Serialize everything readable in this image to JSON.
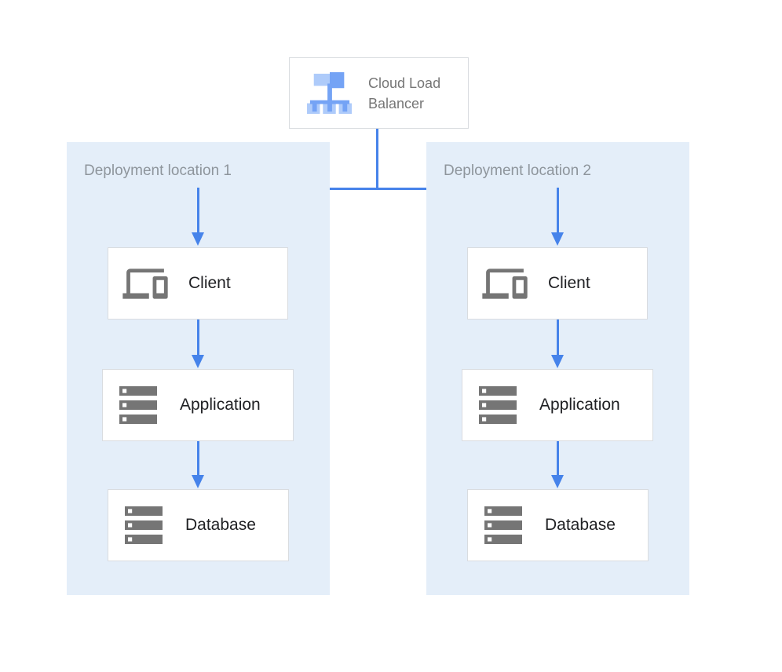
{
  "diagram": {
    "load_balancer": {
      "label": "Cloud Load Balancer",
      "icon": "cloud-load-balancer-icon"
    },
    "zones": [
      {
        "label": "Deployment location 1",
        "nodes": [
          {
            "label": "Client",
            "icon": "devices-icon"
          },
          {
            "label": "Application",
            "icon": "server-stack-icon"
          },
          {
            "label": "Database",
            "icon": "server-stack-icon"
          }
        ]
      },
      {
        "label": "Deployment location 2",
        "nodes": [
          {
            "label": "Client",
            "icon": "devices-icon"
          },
          {
            "label": "Application",
            "icon": "server-stack-icon"
          },
          {
            "label": "Database",
            "icon": "server-stack-icon"
          }
        ]
      }
    ],
    "colors": {
      "connector_blue": "#4683EA",
      "panel_background": "#E4EEF9",
      "icon_gray": "#757575",
      "node_border": "#D9DCE0",
      "zone_label_gray": "#8E959C",
      "node_label_color": "#202124",
      "lb_label_gray": "#767676",
      "lb_icon_light_blue": "#AECBFA",
      "lb_icon_medium_blue": "#74A3F5"
    }
  }
}
